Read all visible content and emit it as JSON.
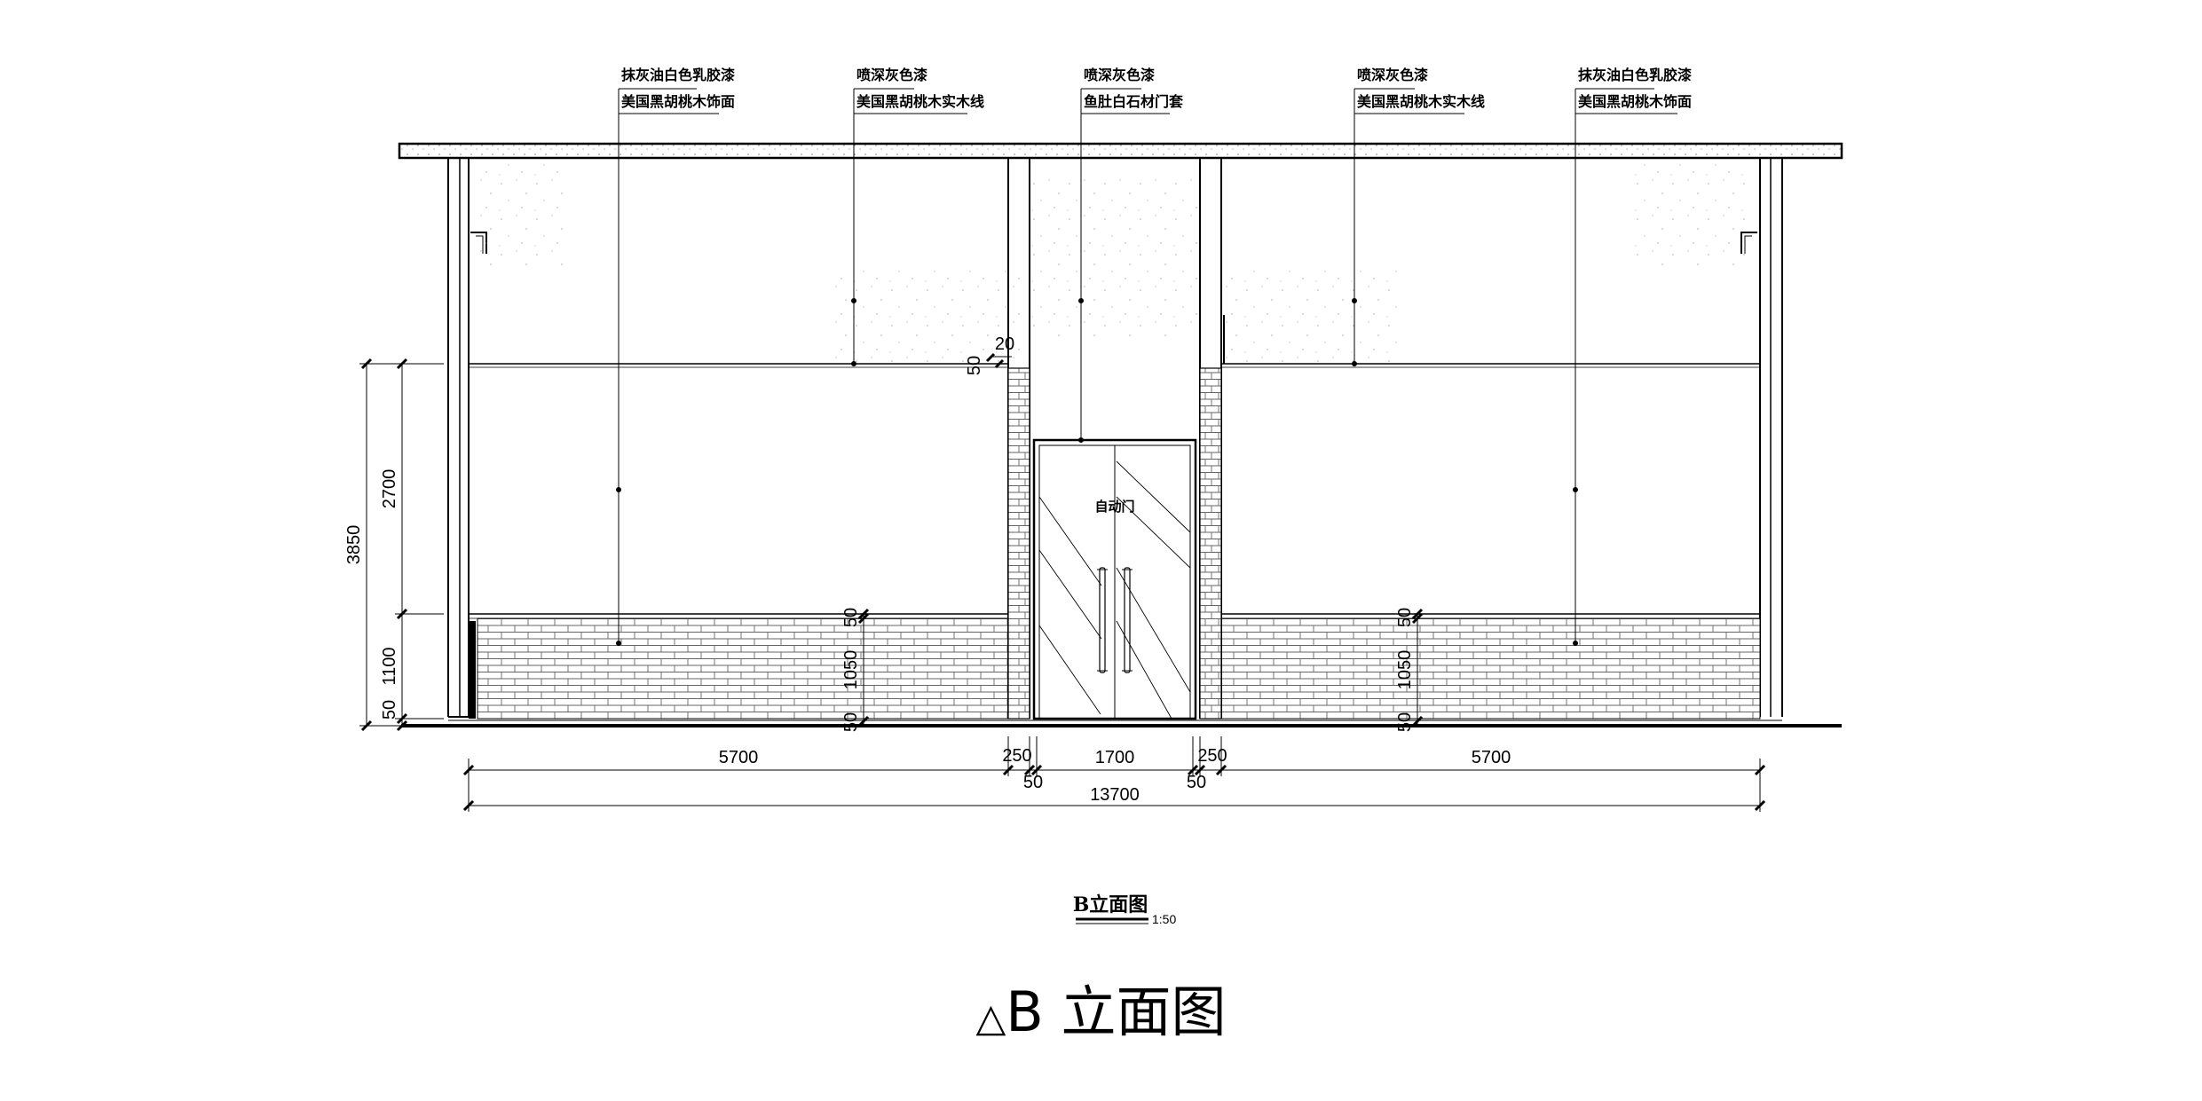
{
  "annotations": [
    {
      "line1": "抹灰油白色乳胶漆",
      "line2": "美国黑胡桃木饰面"
    },
    {
      "line1": "喷深灰色漆",
      "line2": "美国黑胡桃木实木线"
    },
    {
      "line1": "喷深灰色漆",
      "line2": "鱼肚白石材门套"
    },
    {
      "line1": "喷深灰色漆",
      "line2": "美国黑胡桃木实木线"
    },
    {
      "line1": "抹灰油白色乳胶漆",
      "line2": "美国黑胡桃木饰面"
    }
  ],
  "door_label": "自动门",
  "dimensions": {
    "v_total": "3850",
    "v_upper": "2700",
    "v_lower": "1100",
    "v_base": "50",
    "top_small_h": "20",
    "top_small_v": "50",
    "left_mark_top": "50",
    "left_mark_mid": "1050",
    "left_mark_bot": "50",
    "right_mark_top": "50",
    "right_mark_mid": "1050",
    "right_mark_bot": "50",
    "span_left": "5700",
    "span_col_left": "250",
    "span_door": "1700",
    "span_col_right": "250",
    "span_right": "5700",
    "sub_left": "50",
    "sub_right": "50",
    "span_total": "13700"
  },
  "drawing_caption": "B立面图",
  "drawing_scale": "1:50",
  "title_symbol": "△",
  "title_text": "B 立面图"
}
